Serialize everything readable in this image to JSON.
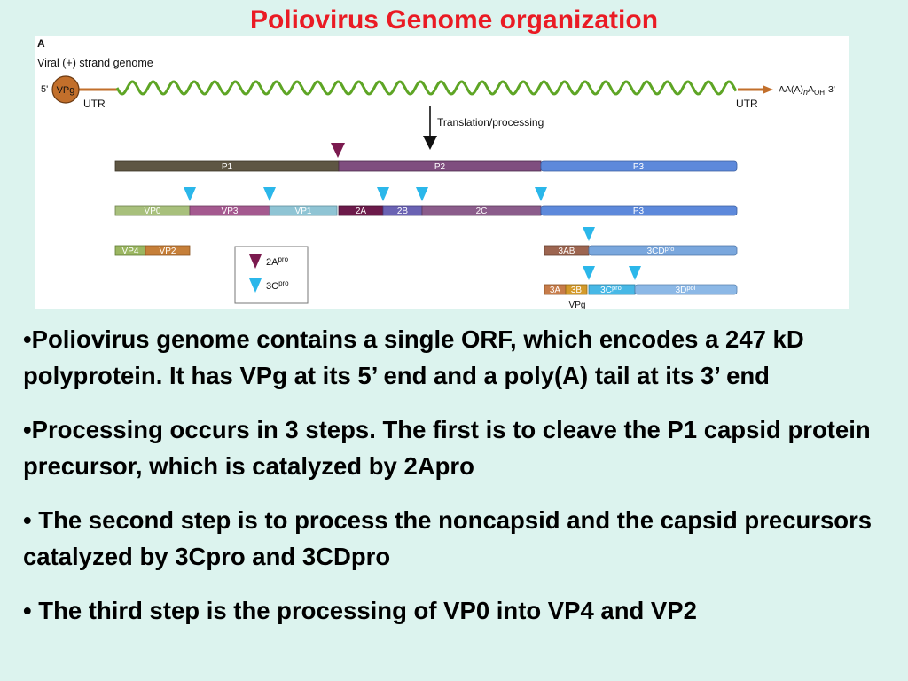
{
  "title": "Poliovirus Genome organization",
  "figure": {
    "panel_label": "A",
    "caption": "Viral (+) strand genome",
    "five_prime": "5'",
    "vpg": "VPg",
    "utr_left": "UTR",
    "utr_right": "UTR",
    "tail_aa": "AA(A)",
    "tail_n": "n",
    "tail_a": "A",
    "tail_oh": "OH",
    "tail_3": "3'",
    "arrow_label": "Translation/processing",
    "row1": [
      "P1",
      "P2",
      "P3"
    ],
    "row2": [
      "VP0",
      "VP3",
      "VP1",
      "2A",
      "2B",
      "2C",
      "P3"
    ],
    "row3": [
      "VP4",
      "VP2"
    ],
    "row3b_3ab": "3AB",
    "row3b_3cd": "3CD",
    "row3b_3cd_sup": "pro",
    "row4_3a": "3A",
    "row4_3b": "3B",
    "row4_3c": "3C",
    "row4_3c_sup": "pro",
    "row4_3d": "3D",
    "row4_3d_sup": "pol",
    "row4_vpg": "VPg",
    "legend_2a": "2A",
    "legend_2a_sup": "pro",
    "legend_3c": "3C",
    "legend_3c_sup": "pro",
    "colors": {
      "wave": "#5ea525",
      "vpg": "#c26f2b",
      "p1": "#5e5643",
      "p2": "#7f4e7f",
      "p3": "#5d89db",
      "vp0": "#a8c07c",
      "vp3": "#a4598f",
      "vp1": "#8fc4d4",
      "a2": "#6c1a4a",
      "b2": "#6a62b3",
      "c2": "#8b5c8b",
      "vp4": "#9bb661",
      "vp2": "#c67f39",
      "ab3": "#9d6550",
      "cd3": "#7aa7dd",
      "a3": "#c77c4a",
      "b3": "#d49a2a",
      "c3": "#47b8e6",
      "d3": "#8cb8e6",
      "cut_2a": "#7b1a4f",
      "cut_3c": "#2bb7ea"
    }
  },
  "bullets": [
    "•Poliovirus genome contains a single ORF, which encodes a 247 kD polyprotein.  It has VPg at its 5’ end and a poly(A) tail at its 3’ end",
    "•Processing occurs in 3 steps.  The first is to cleave the P1 capsid protein precursor, which is catalyzed by 2Apro",
    "• The second step is to process the noncapsid and the capsid precursors catalyzed by 3Cpro and 3CDpro",
    "• The third step is the processing of VP0 into VP4 and VP2"
  ]
}
